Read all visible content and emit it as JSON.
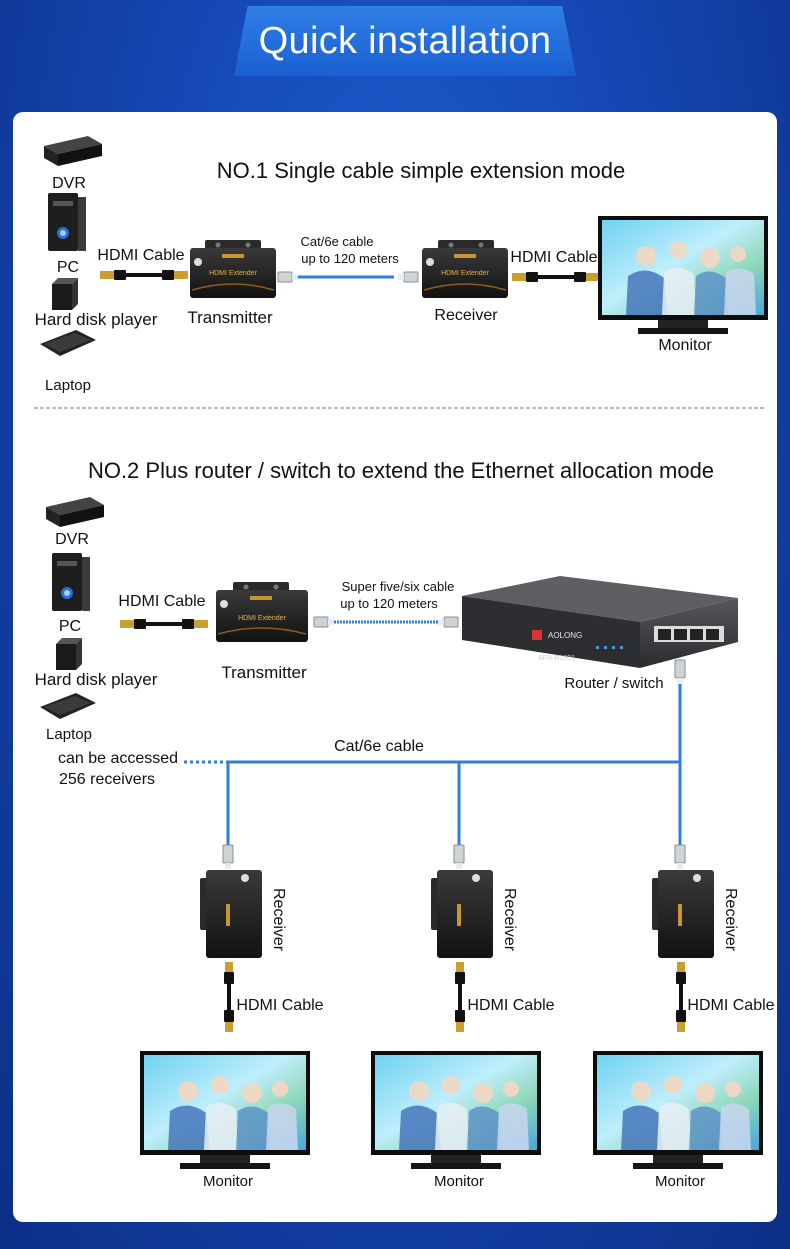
{
  "header": {
    "title": "Quick installation"
  },
  "mode1": {
    "title": "NO.1  Single cable simple extension mode",
    "sources": [
      "DVR",
      "PC",
      "Hard disk player",
      "Laptop"
    ],
    "hdmi_left": "HDMI Cable",
    "transmitter": "Transmitter",
    "cable_line1": "Cat/6e cable",
    "cable_line2": "up to 120 meters",
    "receiver": "Receiver",
    "hdmi_right": "HDMI Cable",
    "monitor": "Monitor",
    "device_text": "HDMI Extender"
  },
  "mode2": {
    "title": "NO.2  Plus router / switch to extend the Ethernet allocation mode",
    "sources": [
      "DVR",
      "PC",
      "Hard disk player",
      "Laptop"
    ],
    "hdmi": "HDMI Cable",
    "transmitter": "Transmitter",
    "cable_line1": "Super five/six cable",
    "cable_line2": "up to 120 meters",
    "router": "Router / switch",
    "router_brand": "AOLONG",
    "router_model": "AFR-R1601",
    "access_line1": "can be accessed",
    "access_line2": "256 receivers",
    "bus_cable": "Cat/6e cable",
    "receivers": [
      {
        "label": "Receiver",
        "hdmi": "HDMI Cable",
        "monitor": "Monitor"
      },
      {
        "label": "Receiver",
        "hdmi": "HDMI Cable",
        "monitor": "Monitor"
      },
      {
        "label": "Receiver",
        "hdmi": "HDMI Cable",
        "monitor": "Monitor"
      }
    ]
  }
}
